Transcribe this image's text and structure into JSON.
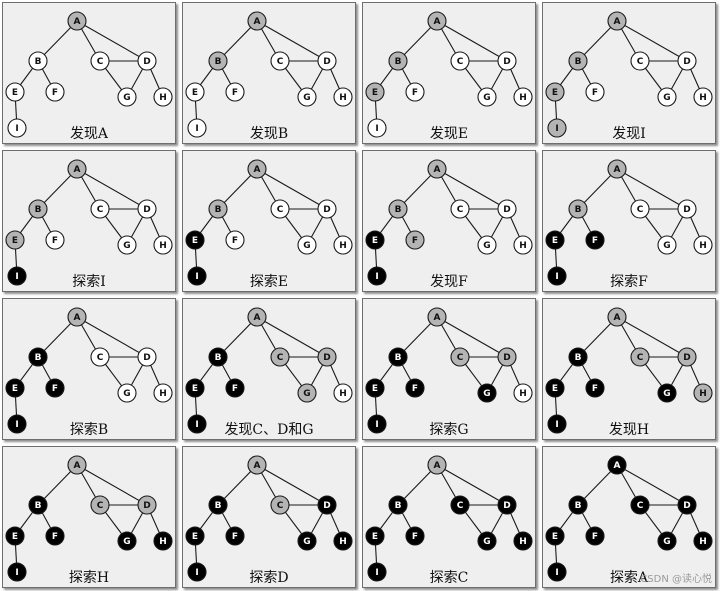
{
  "colors": {
    "undiscovered": "#ffffff",
    "discovered": "#b4b4b4",
    "explored": "#000000",
    "edge": "#1a1a1a"
  },
  "graph": {
    "nodes": [
      "A",
      "B",
      "C",
      "D",
      "E",
      "F",
      "G",
      "H",
      "I"
    ],
    "edges": [
      [
        "A",
        "B"
      ],
      [
        "A",
        "C"
      ],
      [
        "A",
        "D"
      ],
      [
        "B",
        "E"
      ],
      [
        "B",
        "F"
      ],
      [
        "C",
        "D"
      ],
      [
        "C",
        "G"
      ],
      [
        "D",
        "G"
      ],
      [
        "D",
        "H"
      ],
      [
        "E",
        "I"
      ]
    ]
  },
  "steps": [
    {
      "caption": "发现A",
      "states": {
        "A": "discovered"
      }
    },
    {
      "caption": "发现B",
      "states": {
        "A": "discovered",
        "B": "discovered"
      }
    },
    {
      "caption": "发现E",
      "states": {
        "A": "discovered",
        "B": "discovered",
        "E": "discovered"
      }
    },
    {
      "caption": "发现I",
      "states": {
        "A": "discovered",
        "B": "discovered",
        "E": "discovered",
        "I": "discovered"
      }
    },
    {
      "caption": "探索I",
      "states": {
        "A": "discovered",
        "B": "discovered",
        "E": "discovered",
        "I": "explored"
      }
    },
    {
      "caption": "探索E",
      "states": {
        "A": "discovered",
        "B": "discovered",
        "E": "explored",
        "I": "explored"
      }
    },
    {
      "caption": "发现F",
      "states": {
        "A": "discovered",
        "B": "discovered",
        "E": "explored",
        "I": "explored",
        "F": "discovered"
      }
    },
    {
      "caption": "探索F",
      "states": {
        "A": "discovered",
        "B": "discovered",
        "E": "explored",
        "I": "explored",
        "F": "explored"
      }
    },
    {
      "caption": "探索B",
      "states": {
        "A": "discovered",
        "B": "explored",
        "E": "explored",
        "I": "explored",
        "F": "explored"
      }
    },
    {
      "caption": "发现C、D和G",
      "states": {
        "A": "discovered",
        "B": "explored",
        "E": "explored",
        "I": "explored",
        "F": "explored",
        "C": "discovered",
        "D": "discovered",
        "G": "discovered"
      }
    },
    {
      "caption": "探索G",
      "states": {
        "A": "discovered",
        "B": "explored",
        "E": "explored",
        "I": "explored",
        "F": "explored",
        "C": "discovered",
        "D": "discovered",
        "G": "explored"
      }
    },
    {
      "caption": "发现H",
      "states": {
        "A": "discovered",
        "B": "explored",
        "E": "explored",
        "I": "explored",
        "F": "explored",
        "C": "discovered",
        "D": "discovered",
        "G": "explored",
        "H": "discovered"
      }
    },
    {
      "caption": "探索H",
      "states": {
        "A": "discovered",
        "B": "explored",
        "E": "explored",
        "I": "explored",
        "F": "explored",
        "C": "discovered",
        "D": "discovered",
        "G": "explored",
        "H": "explored"
      }
    },
    {
      "caption": "探索D",
      "states": {
        "A": "discovered",
        "B": "explored",
        "E": "explored",
        "I": "explored",
        "F": "explored",
        "C": "discovered",
        "D": "explored",
        "G": "explored",
        "H": "explored"
      }
    },
    {
      "caption": "探索C",
      "states": {
        "A": "discovered",
        "B": "explored",
        "E": "explored",
        "I": "explored",
        "F": "explored",
        "C": "explored",
        "D": "explored",
        "G": "explored",
        "H": "explored"
      }
    },
    {
      "caption": "探索A",
      "states": {
        "A": "explored",
        "B": "explored",
        "E": "explored",
        "I": "explored",
        "F": "explored",
        "C": "explored",
        "D": "explored",
        "G": "explored",
        "H": "explored"
      }
    }
  ],
  "watermark": "CSDN @读心悦"
}
